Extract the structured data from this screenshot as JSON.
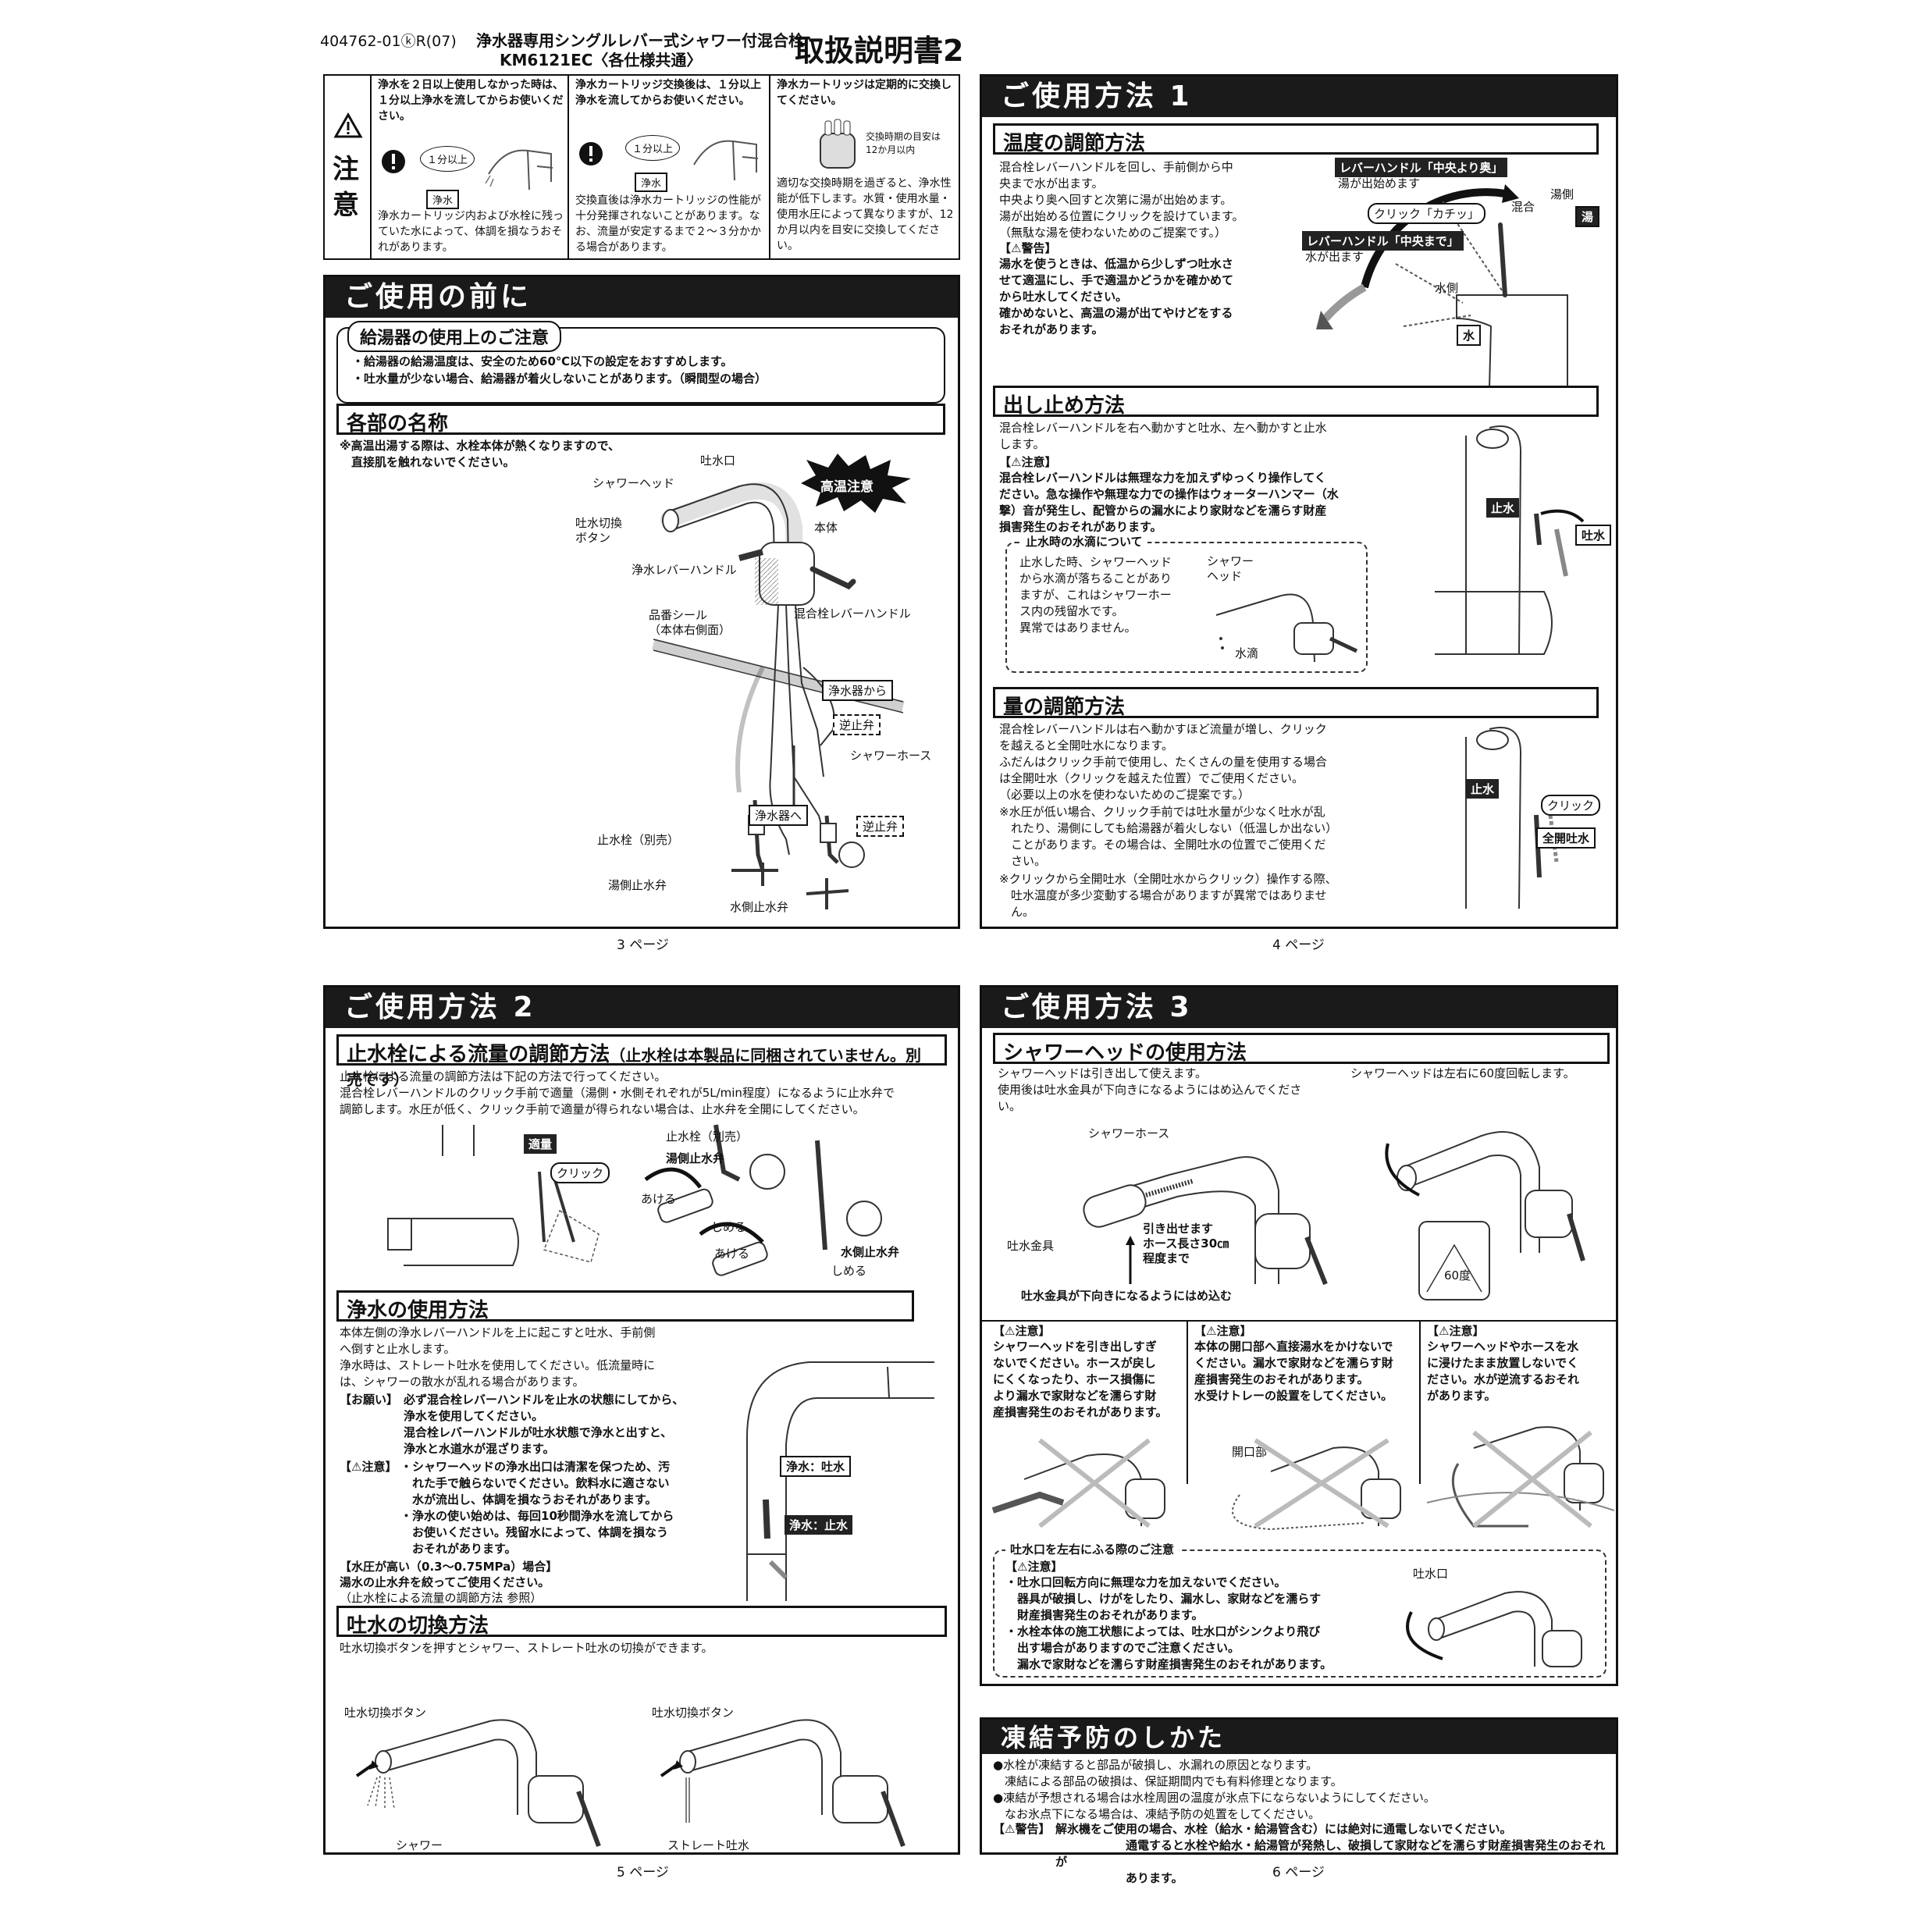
{
  "header": {
    "doc_code": "404762-01ⓚR(07)",
    "product_line1": "浄水器専用シングルレバー式シャワー付混合栓",
    "product_line2": "KM6121EC〈各仕様共通〉",
    "title": "取扱説明書2"
  },
  "caution_block": {
    "label_chars": [
      "注",
      "意"
    ],
    "cells": [
      {
        "head": "浄水を２日以上使用しなかった時は、１分以上浄水を流してからお使いください。",
        "badge1": "１分以上",
        "badge2": "浄水",
        "body": "浄水カートリッジ内および水栓に残っていた水によって、体調を損なうおそれがあります。"
      },
      {
        "head": "浄水カートリッジ交換後は、１分以上浄水を流してからお使いください。",
        "badge1": "１分以上",
        "badge2": "浄水",
        "body": "交換直後は浄水カートリッジの性能が十分発揮されないことがあります。なお、流量が安定するまで２〜３分かかる場合があります。"
      },
      {
        "head": "浄水カートリッジは定期的に交換してください。",
        "note": "交換時期の目安は\n12か月以内",
        "body": "適切な交換時期を過ぎると、浄水性能が低下します。水質・使用水量・使用水圧によって異なりますが、12か月以内を目安に交換してください。"
      }
    ]
  },
  "page3": {
    "title": "ご使用の前に",
    "heater_title": "給湯器の使用上のご注意",
    "heater_lines": [
      "・給湯器の給湯温度は、安全のため60℃以下の設定をおすすめします。",
      "・吐水量が少ない場合、給湯器が着火しないことがあります。（瞬間型の場合）"
    ],
    "parts_title": "各部の名称",
    "parts_note": "※高温出湯する際は、水栓本体が熱くなりますので、\n　直接肌を触れないでください。",
    "labels": {
      "spout": "吐水口",
      "shower_head": "シャワーヘッド",
      "hot_warning": "高温注意",
      "switch_btn": "吐水切換\nボタン",
      "body": "本体",
      "pure_lever": "浄水レバーハンドル",
      "seal": "品番シール\n（本体右側面）",
      "mix_lever": "混合栓レバーハンドル",
      "from_purifier": "浄水器から",
      "check_valve1": "逆止弁",
      "shower_hose": "シャワーホース",
      "to_purifier": "浄水器へ",
      "check_valve2": "逆止弁",
      "stop_valve": "止水栓（別売）",
      "hot_valve": "湯側止水弁",
      "cold_valve": "水側止水弁"
    },
    "page_num": "3 ページ"
  },
  "page4": {
    "title": "ご使用方法 1",
    "temp_title": "温度の調節方法",
    "temp_text": "混合栓レバーハンドルを回し、手前側から中\n央まで水が出ます。\n中央より奥へ回すと次第に湯が出始めます。\n湯が出始める位置にクリックを設けています。\n（無駄な湯を使わないためのご提案です。）",
    "temp_warn_head": "【⚠警告】",
    "temp_warn": "湯水を使うときは、低温から少しずつ吐水さ\nせて適温にし、手で適温かどうかを確かめて\nから吐水してください。\n確かめないと、高温の湯が出てやけどをする\nおそれがあります。",
    "lever_back": "レバーハンドル「中央より奥」",
    "lever_back2": "湯が出始めます",
    "click": "クリック「カチッ」",
    "lever_center": "レバーハンドル「中央まで」",
    "lever_center2": "水が出ます",
    "hot_side": "湯側",
    "mix": "混合",
    "hot": "湯",
    "cold_side": "水側",
    "cold": "水",
    "flow_title": "出し止め方法",
    "flow_text": "混合栓レバーハンドルを右へ動かすと吐水、左へ動かすと止水\nします。",
    "flow_caution_head": "【⚠注意】",
    "flow_caution": "混合栓レバーハンドルは無理な力を加えずゆっくり操作してく\nださい。急な操作や無理な力での操作はウォーターハンマー（水\n撃）音が発生し、配管からの漏水により家財などを濡らす財産\n損害発生のおそれがあります。",
    "drip_title": "止水時の水滴について",
    "drip_text": "止水した時、シャワーヘッド\nから水滴が落ちることがあり\nますが、これはシャワーホー\nス内の残留水です。\n異常ではありません。",
    "drip_label1": "シャワー\nヘッド",
    "drip_label2": "水滴",
    "stop": "止水",
    "spout": "吐水",
    "vol_title": "量の調節方法",
    "vol_text": "混合栓レバーハンドルは右へ動かすほど流量が増し、クリック\nを越えると全開吐水になります。\nふだんはクリック手前で使用し、たくさんの量を使用する場合\nは全開吐水（クリックを越えた位置）でご使用ください。\n（必要以上の水を使わないためのご提案です。）",
    "vol_note1": "※水圧が低い場合、クリック手前では吐水量が少なく吐水が乱\n　れたり、湯側にしても給湯器が着火しない（低温しか出ない）\n　ことがあります。その場合は、全開吐水の位置でご使用くだ\n　さい。",
    "vol_note2": "※クリックから全開吐水（全開吐水からクリック）操作する際、\n　吐水温度が多少変動する場合がありますが異常ではありませ\n　ん。",
    "vol_stop": "止水",
    "vol_click": "クリック",
    "vol_full": "全開吐水",
    "page_num": "4 ページ"
  },
  "page5": {
    "title": "ご使用方法 2",
    "valve_title": "止水栓による流量の調節方法",
    "valve_title_small": "（止水栓は本製品に同梱されていません。別売です）",
    "valve_text": "止水栓による流量の調節方法は下記の方法で行ってください。\n混合栓レバーハンドルのクリック手前で適量（湯側・水側それぞれが5L/min程度）になるように止水弁で\n調節します。水圧が低く、クリック手前で適量が得られない場合は、止水弁を全開にしてください。",
    "appropriate": "適量",
    "click": "クリック",
    "stop_valve": "止水栓（別売）",
    "hot_valve": "湯側止水弁",
    "open1": "あける",
    "close1": "しめる",
    "open2": "あける",
    "close2": "しめる",
    "cold_valve": "水側止水弁",
    "pure_title": "浄水の使用方法",
    "pure_text": "本体左側の浄水レバーハンドルを上に起こすと吐水、手前側\nへ倒すと止水します。\n浄水時は、ストレート吐水を使用してください。低流量時に\nは、シャワーの散水が乱れる場合があります。",
    "request_head": "【お願い】",
    "request": "必ず混合栓レバーハンドルを止水の状態にしてから、\n浄水を使用してください。\n混合栓レバーハンドルが吐水状態で浄水と出すと、\n浄水と水道水が混ざります。",
    "caution_head": "【⚠注意】",
    "caution": "・シャワーヘッドの浄水出口は清潔を保つため、汚\n　れた手で触らないでください。飲料水に適さない\n　水が流出し、体調を損なうおそれがあります。\n・浄水の使い始めは、毎回10秒間浄水を流してから\n　お使いください。残留水によって、体調を損なう\n　おそれがあります。",
    "pressure_head": "【水圧が高い（0.3〜0.75MPa）場合】",
    "pressure": "湯水の止水弁を絞ってご使用ください。",
    "pressure_ref": "（止水栓による流量の調節方法 参照）",
    "pure_on": "浄水：吐水",
    "pure_off": "浄水：止水",
    "switch_title": "吐水の切換方法",
    "switch_text": "吐水切換ボタンを押すとシャワー、ストレート吐水の切換ができます。",
    "btn1": "吐水切換ボタン",
    "btn2": "吐水切換ボタン",
    "shower": "シャワー",
    "straight": "ストレート吐水",
    "page_num": "5 ページ"
  },
  "page6": {
    "title": "ご使用方法 3",
    "shower_title": "シャワーヘッドの使用方法",
    "shower_text1": "シャワーヘッドは引き出して使えます。\n使用後は吐水金具が下向きになるようにはめ込んでくださ\nい。",
    "shower_text2": "シャワーヘッドは左右に60度回転します。",
    "hose": "シャワーホース",
    "pull": "引き出せます\nホース長さ30㎝\n程度まで",
    "fitting": "吐水金具",
    "fitting_down": "吐水金具が下向きになるようにはめ込む",
    "deg": "60度",
    "c1_head": "【⚠注意】",
    "c1": "シャワーヘッドを引き出しすぎ\nないでください。ホースが戻し\nにくくなったり、ホース損傷に\nより漏水で家財などを濡らす財\n産損害発生のおそれがあります。",
    "c2_head": "【⚠注意】",
    "c2": "本体の開口部へ直接湯水をかけないで\nください。漏水で家財などを濡らす財\n産損害発生のおそれがあります。\n水受けトレーの設置をしてください。",
    "c2_label": "開口部",
    "c3_head": "【⚠注意】",
    "c3": "シャワーヘッドやホースを水\nに浸けたまま放置しないでく\nださい。水が逆流するおそれ\nがあります。",
    "swing_title": "吐水口を左右にふる際のご注意",
    "swing_head": "【⚠注意】",
    "swing_text": "・吐水口回転方向に無理な力を加えないでください。\n　器具が破損し、けがをしたり、漏水し、家財などを濡らす\n　財産損害発生のおそれがあります。\n・水栓本体の施工状態によっては、吐水口がシンクより飛び\n　出す場合がありますのでご注意ください。\n　漏水で家財などを濡らす財産損害発生のおそれがあります。",
    "swing_label": "吐水口",
    "freeze_title": "凍結予防のしかた",
    "freeze_text": "●水栓が凍結すると部品が破損し、水漏れの原因となります。\n　凍結による部品の破損は、保証期間内でも有料修理となります。\n●凍結が予想される場合は水栓周囲の温度が氷点下にならないようにしてください。\n　なお氷点下になる場合は、凍結予防の処置をしてください。",
    "freeze_warn_head": "【⚠警告】",
    "freeze_warn": "解氷機をご使用の場合、水栓（給水・給湯管含む）には絶対に通電しないでください。\n　　　　　　通電すると水栓や給水・給湯管が発熱し、破損して家財などを濡らす財産損害発生のおそれが\n　　　　　　あります。",
    "page_num": "6 ページ"
  }
}
